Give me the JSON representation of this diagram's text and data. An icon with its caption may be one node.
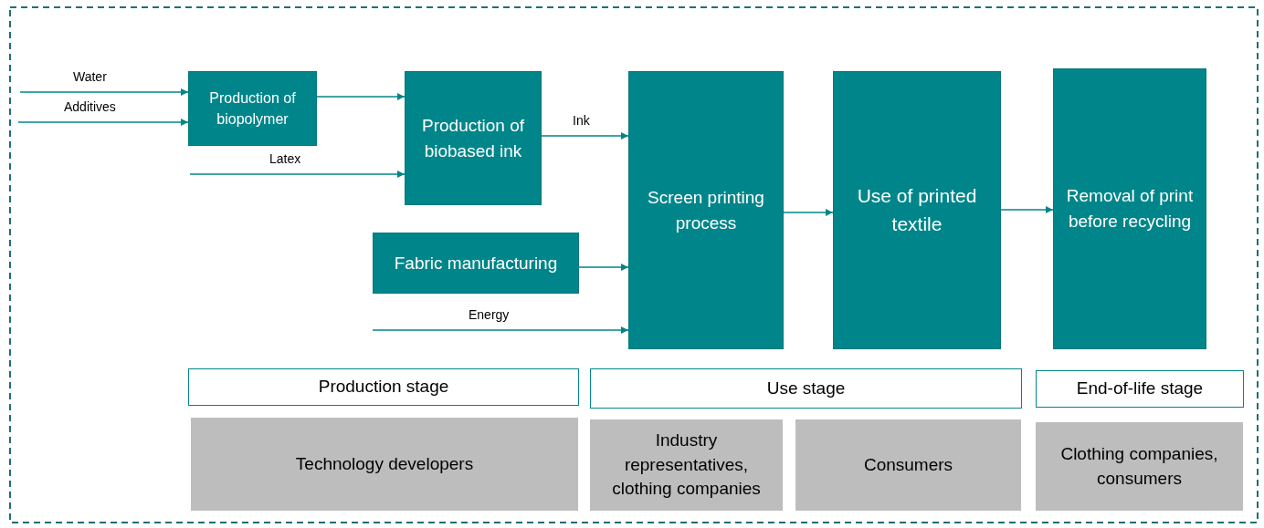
{
  "diagram": {
    "nodes": [
      {
        "text": [
          "Production of biopolymer"
        ]
      },
      {
        "text": [
          "Production of biobased ink"
        ]
      },
      {
        "text": [
          "Fabric manufacturing"
        ]
      },
      {
        "text": [
          "Screen printing process"
        ]
      },
      {
        "text": [
          "Use of printed textile"
        ]
      },
      {
        "text": [
          "Removal of print before recycling"
        ]
      },
      {
        "text": [
          "Production stage"
        ]
      },
      {
        "text": [
          "Use stage"
        ]
      },
      {
        "text": [
          "End-of-life stage"
        ]
      },
      {
        "text": [
          "Technology developers"
        ]
      },
      {
        "text": [
          "Industry representatives, clothing companies"
        ]
      },
      {
        "text": [
          "Consumers"
        ]
      },
      {
        "text": [
          "Clothing companies, consumers"
        ]
      }
    ],
    "edges": [
      {
        "from": null,
        "to": 0,
        "arrow": "to",
        "label": "Water"
      },
      {
        "from": null,
        "to": 0,
        "arrow": "to",
        "label": "Additives"
      },
      {
        "from": 0,
        "to": 1,
        "arrow": "to"
      },
      {
        "from": null,
        "to": 1,
        "arrow": "to",
        "label": "Latex"
      },
      {
        "from": 1,
        "to": 3,
        "arrow": "to",
        "label": "Ink"
      },
      {
        "from": 2,
        "to": 3,
        "arrow": "to"
      },
      {
        "from": null,
        "to": 3,
        "arrow": "to",
        "label": "Energy"
      },
      {
        "from": 3,
        "to": 4,
        "arrow": "to"
      },
      {
        "from": 4,
        "to": 5,
        "arrow": "to"
      }
    ]
  }
}
